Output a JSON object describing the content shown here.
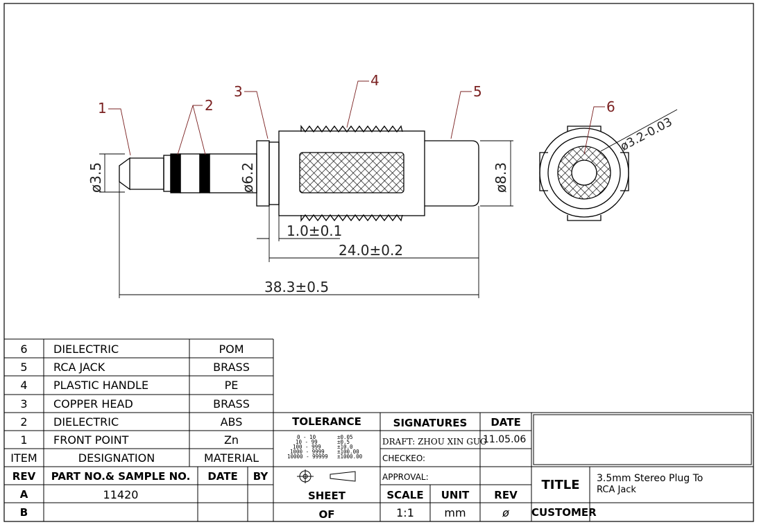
{
  "callouts": [
    "1",
    "2",
    "3",
    "4",
    "5",
    "6"
  ],
  "dimensions": {
    "d_tip": "ø3.5",
    "d_mid": "ø6.2",
    "d_body": "ø8.3",
    "d_pin": "ø3.2-0.03",
    "len_small": "1.0±0.1",
    "len_mid": "24.0±0.2",
    "len_total": "38.3±0.5"
  },
  "bom": {
    "rows": [
      {
        "item": "6",
        "designation": "DIELECTRIC",
        "material": "POM"
      },
      {
        "item": "5",
        "designation": "RCA JACK",
        "material": "BRASS"
      },
      {
        "item": "4",
        "designation": "PLASTIC HANDLE",
        "material": "PE"
      },
      {
        "item": "3",
        "designation": "COPPER HEAD",
        "material": "BRASS"
      },
      {
        "item": "2",
        "designation": "DIELECTRIC",
        "material": "ABS"
      },
      {
        "item": "1",
        "designation": "FRONT POINT",
        "material": "Zn"
      }
    ],
    "header": {
      "item": "ITEM",
      "designation": "DESIGNATION",
      "material": "MATERIAL"
    }
  },
  "revision": {
    "header": {
      "rev": "REV",
      "part": "PART NO.& SAMPLE NO.",
      "date": "DATE",
      "by": "BY"
    },
    "rows": [
      {
        "rev": "A",
        "part": "11420",
        "date": "",
        "by": ""
      },
      {
        "rev": "B",
        "part": "",
        "date": "",
        "by": ""
      }
    ]
  },
  "tolerance": {
    "title": "TOLERANCE",
    "ranges": [
      "0 - 10",
      "10 - 99",
      "100 - 999",
      "1000 - 9999",
      "10000 - 99999"
    ],
    "values": [
      "±0.05",
      "±0.5",
      "±10.0",
      "±100.00",
      "±1000.00"
    ]
  },
  "signatures": {
    "title": "SIGNATURES",
    "date_label": "DATE",
    "draft": "DRAFT: ZHOU XIN GUO",
    "draft_date": "11.05.06",
    "checked": "CHECKEO:",
    "approval": "APPROVAL:"
  },
  "sheet": {
    "sheet_label": "SHEET",
    "of_label": "OF",
    "scale_label": "SCALE",
    "scale_value": "1:1",
    "unit_label": "UNIT",
    "unit_value": "mm",
    "rev_label": "REV",
    "rev_value": "ø"
  },
  "title_block": {
    "title_label": "TITLE",
    "title_line1": "3.5mm Stereo Plug To",
    "title_line2": "RCA Jack",
    "customer_label": "CUSTOMER"
  }
}
